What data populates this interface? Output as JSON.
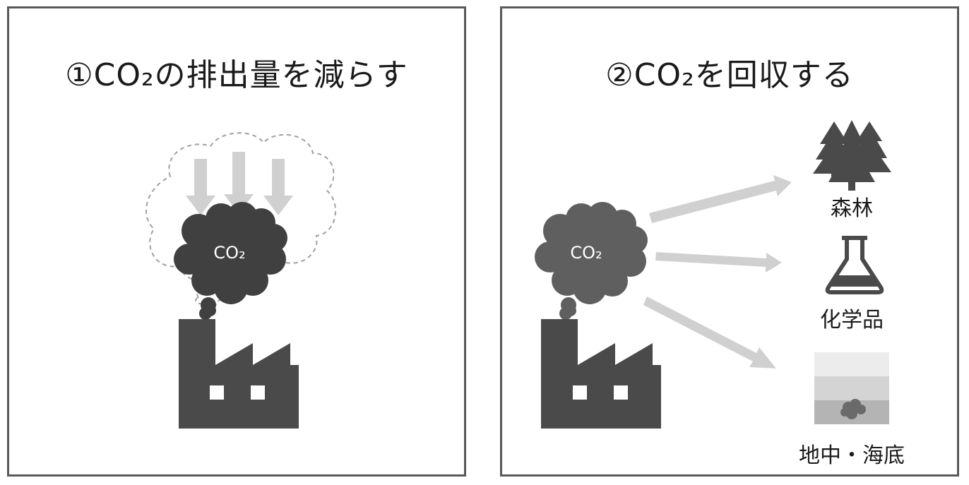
{
  "left_panel": {
    "title": "①CO₂の排出量を減らす",
    "cloud_label": "CO₂",
    "icons": [
      "factory-icon",
      "smoke-cloud-icon",
      "down-arrow-icon"
    ]
  },
  "right_panel": {
    "title": "②CO₂を回収する",
    "cloud_label": "CO₂",
    "destinations": [
      {
        "label": "森林",
        "icon": "forest-icon"
      },
      {
        "label": "化学品",
        "icon": "flask-icon"
      },
      {
        "label": "地中・海底",
        "icon": "underground-layers-icon"
      }
    ]
  },
  "colors": {
    "border": "#595959",
    "factory": "#4a4a4a",
    "cloud_left": "#404040",
    "cloud_right": "#5f5f5f",
    "arrow": "#d0d0d0",
    "dashed_cloud": "#a0a0a0"
  }
}
